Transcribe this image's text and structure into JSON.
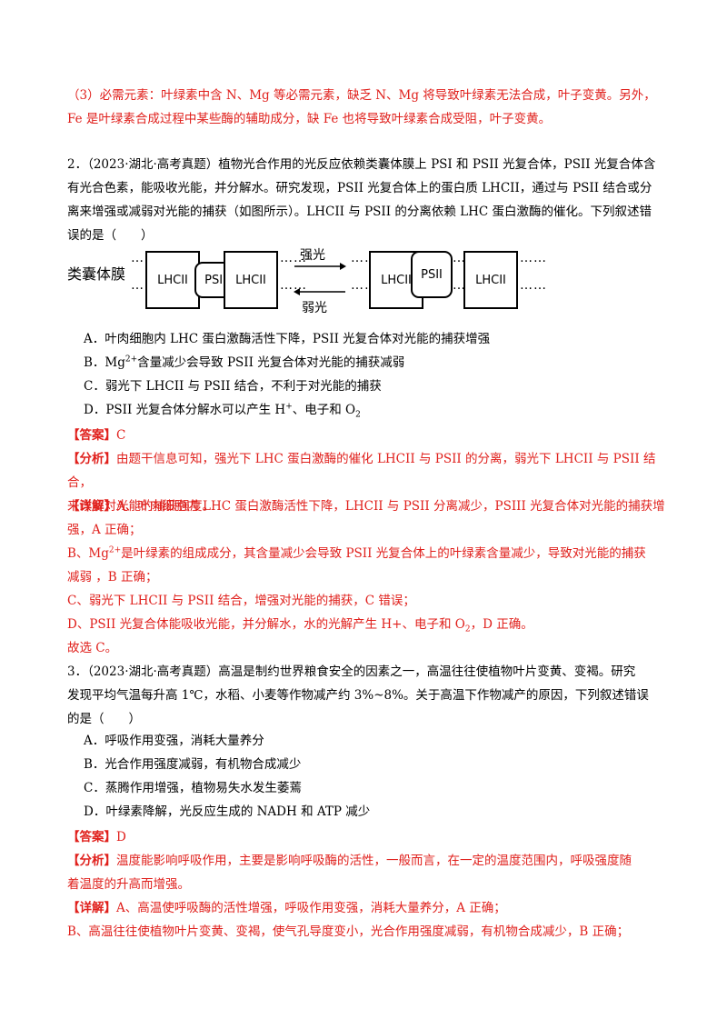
{
  "prev_item": {
    "line1": "（3）必需元素：叶绿素中含 N、Mg 等必需元素，缺乏 N、Mg 将导致叶绿素无法合成，叶子变黄。另外，",
    "line2": "Fe 是叶绿素合成过程中某些酶的辅助成分，缺 Fe 也将导致叶绿素合成受阻，叶子变黄。"
  },
  "q2": {
    "stem_l1": "2．（2023·湖北·高考真题）植物光合作用的光反应依赖类囊体膜上 PSI 和 PSII 光复合体，PSII 光复合体含",
    "stem_l2": "有光合色素，能吸收光能，并分解水。研究发现，PSII 光复合体上的蛋白质 LHCII，通过与 PSII 结合或分",
    "stem_l3": "离来增强或减弱对光能的捕获（如图所示）。LHCII 与 PSII 的分离依赖 LHC 蛋白激酶的催化。下列叙述错",
    "stem_l4": "误的是（　　）",
    "diagram": {
      "membrane_label": "类囊体膜",
      "lhcii": "LHCII",
      "psii": "PSII",
      "strong_light": "强光",
      "weak_light": "弱光",
      "dots": "……"
    },
    "options": {
      "A": "A．叶肉细胞内 LHC 蛋白激酶活性下降，PSII 光复合体对光能的捕获增强",
      "B_pre": "B．Mg",
      "B_sup": "2+",
      "B_post": "含量减少会导致 PSII 光复合体对光能的捕获减弱",
      "C": "C．弱光下 LHCII 与 PSII 结合，不利于对光能的捕获",
      "D_pre": "D．PSII 光复合体分解水可以产生 H",
      "D_sup": "+",
      "D_mid": "、电子和 O",
      "D_sub": "2"
    },
    "answer_label": "【答案】",
    "answer": "C",
    "analysis_label": "【分析】",
    "analysis_l1": "由题干信息可知，强光下 LHC 蛋白激酶的催化 LHCII 与 PSII 的分离，弱光下 LHCII 与 PSII 结合，",
    "analysis_l2": "来改变对光能的捕获强度。",
    "detail_label": "【详解】",
    "detail_a_l1": "A、叶肉细胞内 LHC 蛋白激酶活性下降，LHCII 与 PSII 分离减少，PSIII 光复合体对光能的捕获增",
    "detail_a_l2": "强，A 正确；",
    "detail_b_pre": "B、Mg",
    "detail_b_sup": "2+",
    "detail_b_l1": "是叶绿素的组成成分，其含量减少会导致 PSII 光复合体上的叶绿素含量减少，导致对光能的捕获",
    "detail_b_l2": "减弱 ，B 正确；",
    "detail_c": "C、弱光下 LHCII 与 PSII 结合，增强对光能的捕获，C 错误；",
    "detail_d_pre": "D、PSII 光复合体能吸收光能，并分解水，水的光解产生 H+、电子和 O",
    "detail_d_sub": "2",
    "detail_d_post": "，D 正确。",
    "conclusion": "故选 C。"
  },
  "q3": {
    "stem_l1": "3．（2023·湖北·高考真题）高温是制约世界粮食安全的因素之一，高温往往使植物叶片变黄、变褐。研究",
    "stem_l2": "发现平均气温每升高 1℃，水稻、小麦等作物减产约 3%~8%。关于高温下作物减产的原因，下列叙述错误",
    "stem_l3": "的是（　　）",
    "options": {
      "A": "A．呼吸作用变强，消耗大量养分",
      "B": "B．光合作用强度减弱，有机物合成减少",
      "C": "C．蒸腾作用增强，植物易失水发生萎蔫",
      "D": "D．叶绿素降解，光反应生成的 NADH 和 ATP 减少"
    },
    "answer_label": "【答案】",
    "answer": "D",
    "analysis_label": "【分析】",
    "analysis_l1": "温度能影响呼吸作用，主要是影响呼吸酶的活性，一般而言，在一定的温度范围内，呼吸强度随",
    "analysis_l2": "着温度的升高而增强。",
    "detail_label": "【详解】",
    "detail_a": "A、高温使呼吸酶的活性增强，呼吸作用变强，消耗大量养分，A 正确；",
    "detail_b": "B、高温往往使植物叶片变黄、变褐，使气孔导度变小，光合作用强度减弱，有机物合成减少，B 正确；"
  },
  "colors": {
    "answer_red": "#e0201c",
    "text": "#000000"
  }
}
